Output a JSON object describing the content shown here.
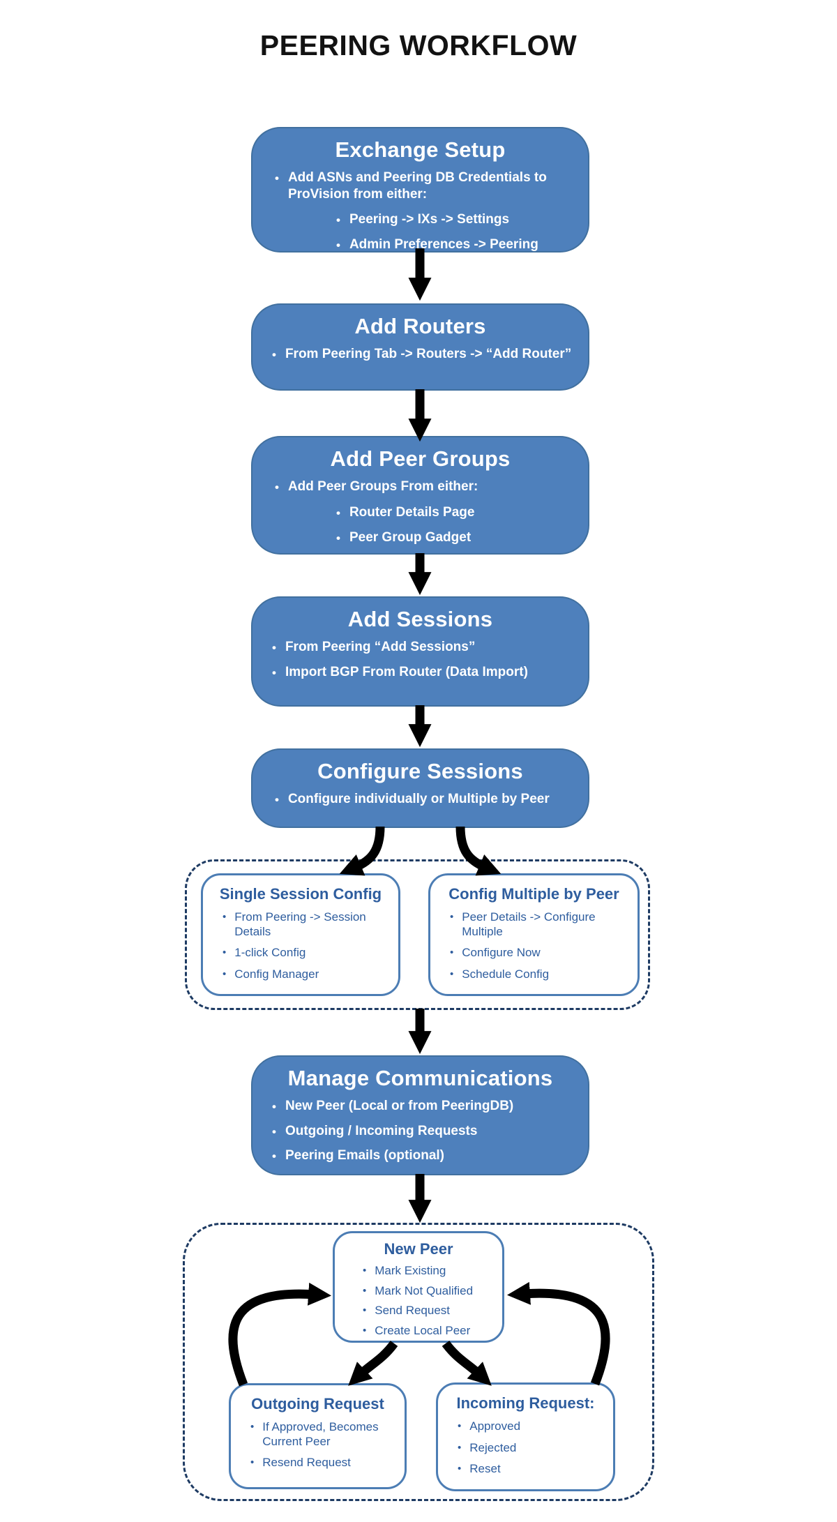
{
  "title": "PEERING WORKFLOW",
  "colors": {
    "accent_blue": "#4E80BC",
    "blue_box_border": "#41709F",
    "outline_box_border": "#4C7DB4",
    "outline_text_blue": "#2E5D9E",
    "dashed_border_navy": "#1E3B63",
    "arrow_black": "#000000",
    "title_black": "#121212"
  },
  "boxes": {
    "exchange_setup": {
      "title": "Exchange Setup",
      "items": [
        {
          "text": "Add ASNs and Peering DB Credentials to ProVision from either:",
          "subs": [
            "Peering -> IXs -> Settings",
            "Admin Preferences -> Peering"
          ]
        }
      ]
    },
    "add_routers": {
      "title": "Add Routers",
      "items": [
        {
          "text": "From Peering Tab -> Routers -> “Add Router”"
        }
      ]
    },
    "add_peer_groups": {
      "title": "Add Peer Groups",
      "items": [
        {
          "text": "Add Peer Groups From either:",
          "subs": [
            "Router Details Page",
            "Peer Group Gadget"
          ]
        }
      ]
    },
    "add_sessions": {
      "title": "Add Sessions",
      "items": [
        {
          "text": "From Peering “Add Sessions”"
        },
        {
          "text": "Import BGP From Router (Data Import)"
        }
      ]
    },
    "configure_sessions": {
      "title": "Configure Sessions",
      "items": [
        {
          "text": "Configure individually or Multiple by Peer"
        }
      ]
    },
    "single_session_config": {
      "title": "Single Session Config",
      "items": [
        "From Peering -> Session Details",
        "1-click Config",
        "Config Manager"
      ]
    },
    "config_multiple_by_peer": {
      "title": "Config Multiple by Peer",
      "items": [
        "Peer Details -> Configure Multiple",
        "Configure Now",
        "Schedule Config"
      ]
    },
    "manage_communications": {
      "title": "Manage Communications",
      "items": [
        "New Peer (Local or from PeeringDB)",
        "Outgoing / Incoming Requests",
        "Peering Emails (optional)"
      ]
    },
    "new_peer": {
      "title": "New Peer",
      "items": [
        "Mark Existing",
        "Mark Not Qualified",
        "Send Request",
        "Create Local Peer"
      ]
    },
    "outgoing_request": {
      "title": "Outgoing Request",
      "items": [
        "If Approved, Becomes Current Peer",
        "Resend Request"
      ]
    },
    "incoming_request": {
      "title": "Incoming Request:",
      "items": [
        "Approved",
        "Rejected",
        "Reset"
      ]
    }
  }
}
